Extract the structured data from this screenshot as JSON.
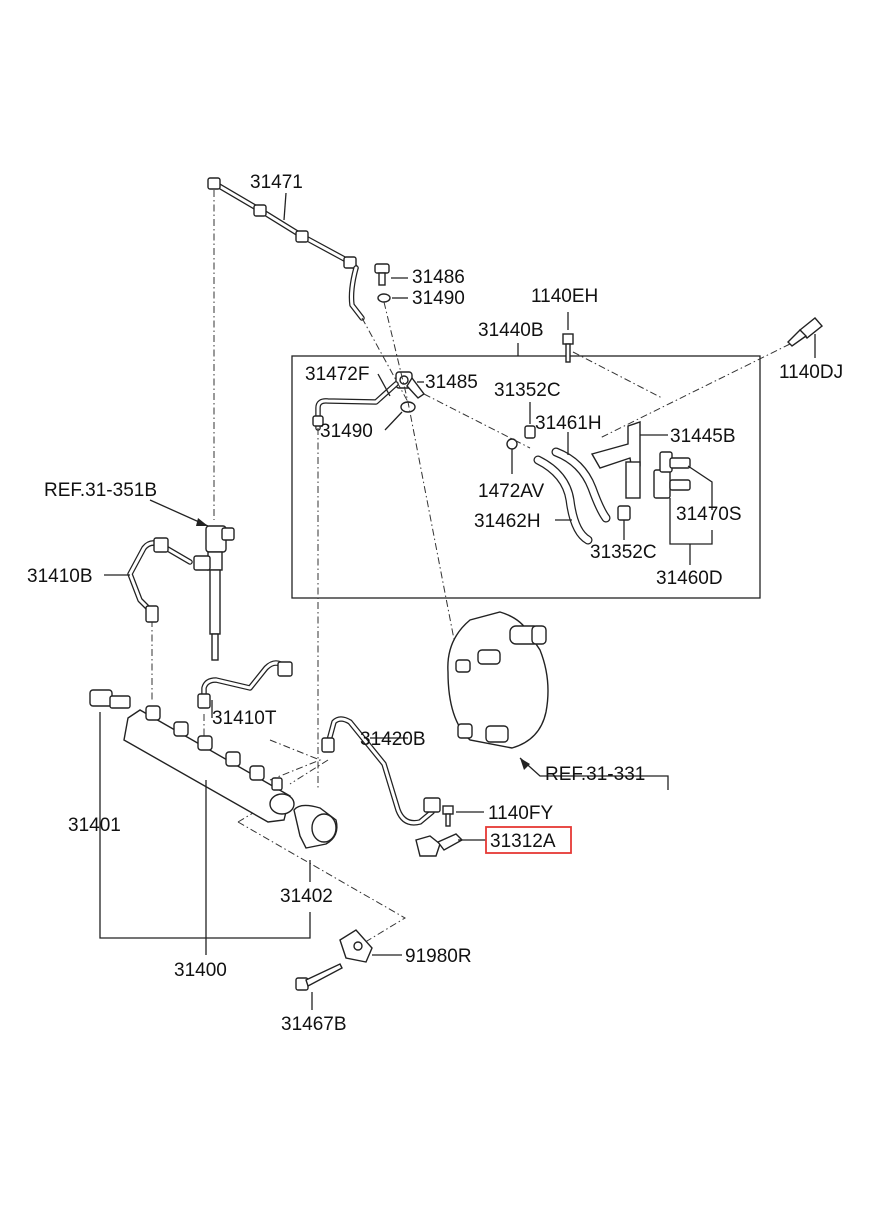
{
  "colors": {
    "highlight": "#e53935",
    "ink": "#222222",
    "background": "#ffffff"
  },
  "labels": {
    "p31471": "31471",
    "p31486": "31486",
    "p31490_top": "31490",
    "p1140EH": "1140EH",
    "p31440B": "31440B",
    "p1140DJ": "1140DJ",
    "p31472F": "31472F",
    "p31485": "31485",
    "p31352C_top": "31352C",
    "p31490_mid": "31490",
    "p31461H": "31461H",
    "p31445B": "31445B",
    "p1472AV": "1472AV",
    "p31462H": "31462H",
    "p31470S": "31470S",
    "p31352C_bottom": "31352C",
    "p31460D": "31460D",
    "ref_31351B": "REF.31-351B",
    "p31410B": "31410B",
    "p31410T": "31410T",
    "p31420B": "31420B",
    "ref_31331": "REF.31-331",
    "p1140FY": "1140FY",
    "p31312A": "31312A",
    "p31401": "31401",
    "p31402": "31402",
    "p91980R": "91980R",
    "p31400": "31400",
    "p31467B": "31467B"
  },
  "highlighted_part": "31312A"
}
